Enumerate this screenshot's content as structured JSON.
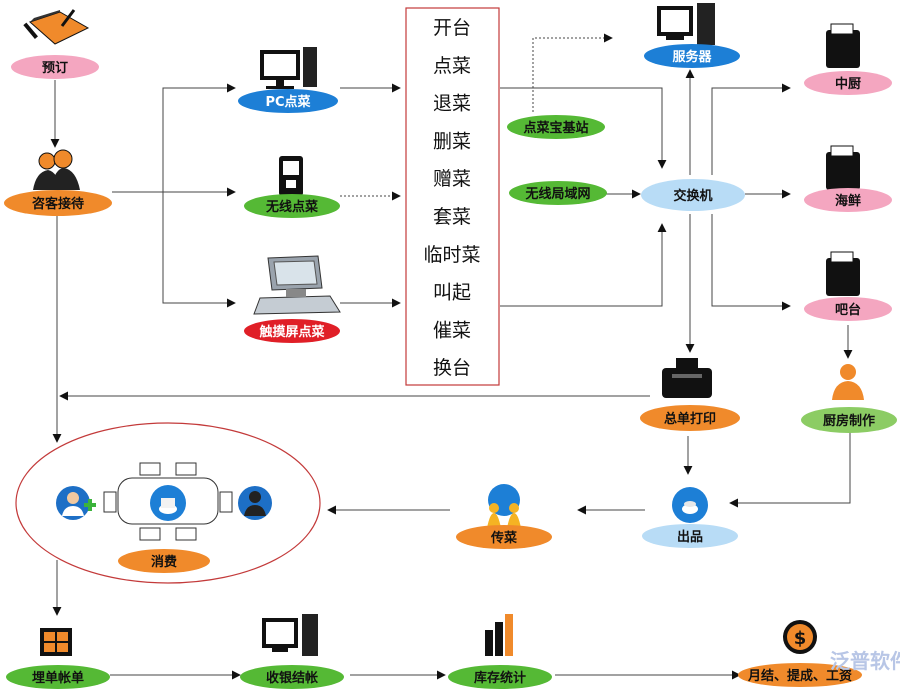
{
  "nodes": {
    "reserve": {
      "label": "预订"
    },
    "reception": {
      "label": "咨客接待"
    },
    "pc_order": {
      "label": "PC点菜"
    },
    "wireless_order": {
      "label": "无线点菜"
    },
    "touch_order": {
      "label": "触摸屏点菜"
    },
    "base_station": {
      "label": "点菜宝基站"
    },
    "wlan": {
      "label": "无线局域网"
    },
    "server": {
      "label": "服务器"
    },
    "switch": {
      "label": "交换机"
    },
    "chinese_kitchen": {
      "label": "中厨"
    },
    "seafood": {
      "label": "海鲜"
    },
    "bar": {
      "label": "吧台"
    },
    "master_print": {
      "label": "总单打印"
    },
    "kitchen_make": {
      "label": "厨房制作"
    },
    "dish_out": {
      "label": "出品"
    },
    "serve": {
      "label": "传菜"
    },
    "consume": {
      "label": "消费"
    },
    "bill_request": {
      "label": "埋单帐单"
    },
    "checkout": {
      "label": "收银结帐"
    },
    "inventory": {
      "label": "库存统计"
    },
    "monthly": {
      "label": "月结、提成、工资"
    }
  },
  "menu_items": [
    "开台",
    "点菜",
    "退菜",
    "删菜",
    "赠菜",
    "套菜",
    "临时菜",
    "叫起",
    "催菜",
    "换台"
  ],
  "watermark": "泛普软件",
  "colors": {
    "pink": "#f4a6c0",
    "blue": "#1d7fd6",
    "green": "#55b935",
    "red": "#e01f27",
    "light_blue": "#b8dcf6",
    "orange": "#f0822a",
    "menu_border": "#c33a3a"
  }
}
